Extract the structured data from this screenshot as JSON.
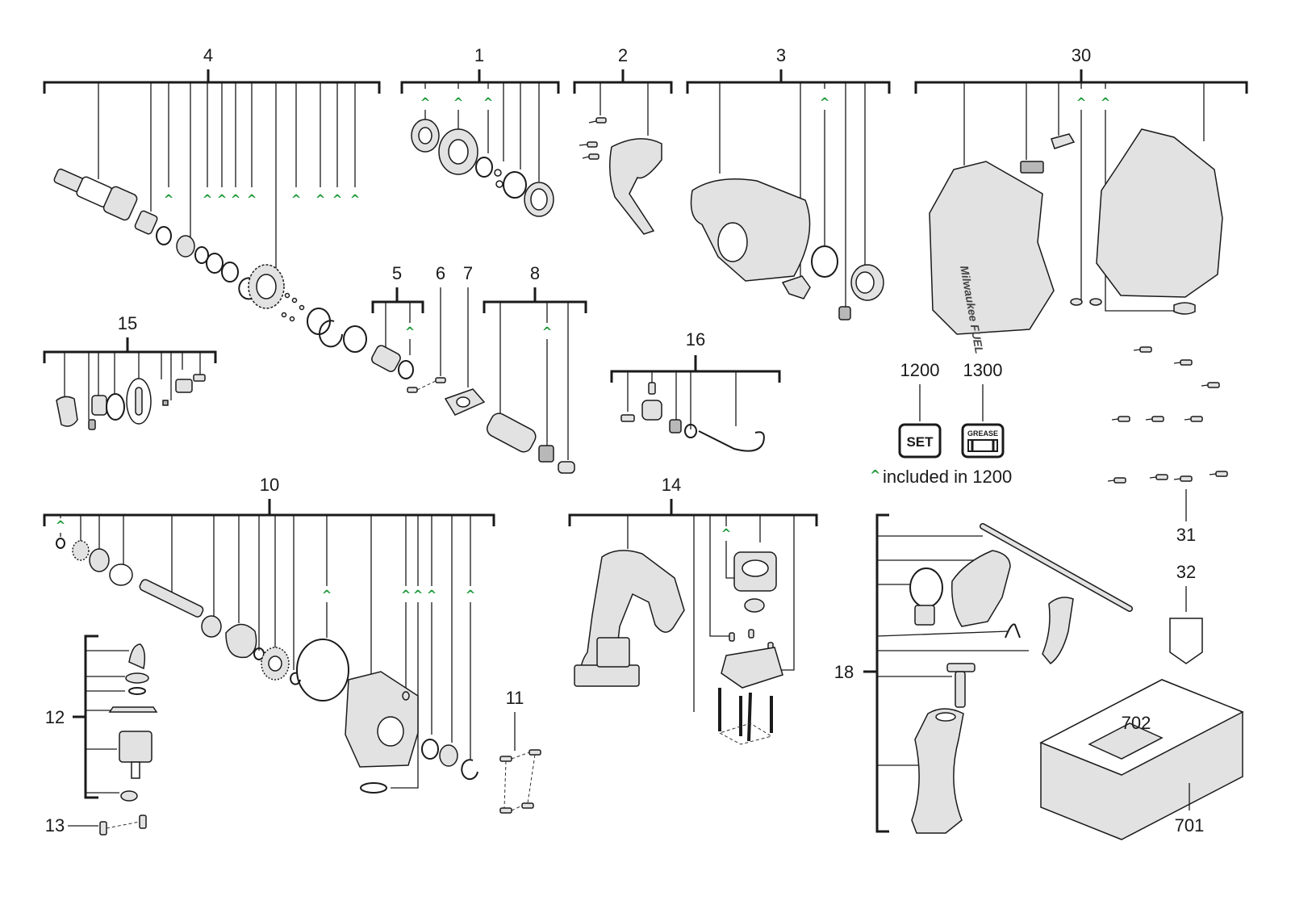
{
  "groups": {
    "g4": "4",
    "g1": "1",
    "g2": "2",
    "g3": "3",
    "g30": "30",
    "g15": "15",
    "g5": "5",
    "g6": "6",
    "g7": "7",
    "g8": "8",
    "g16": "16",
    "g10": "10",
    "g14": "14",
    "g11": "11",
    "g12": "12",
    "g13": "13",
    "g18": "18",
    "g31": "31",
    "g32": "32",
    "g702": "702",
    "g701": "701"
  },
  "legend": {
    "set_code": "1200",
    "grease_code": "1300",
    "set_icon_text": "SET",
    "grease_icon_text": "GREASE",
    "caret": "^",
    "note": "included in 1200"
  },
  "colors": {
    "caret": "#1f9a3a",
    "line": "#1a1a1a"
  }
}
